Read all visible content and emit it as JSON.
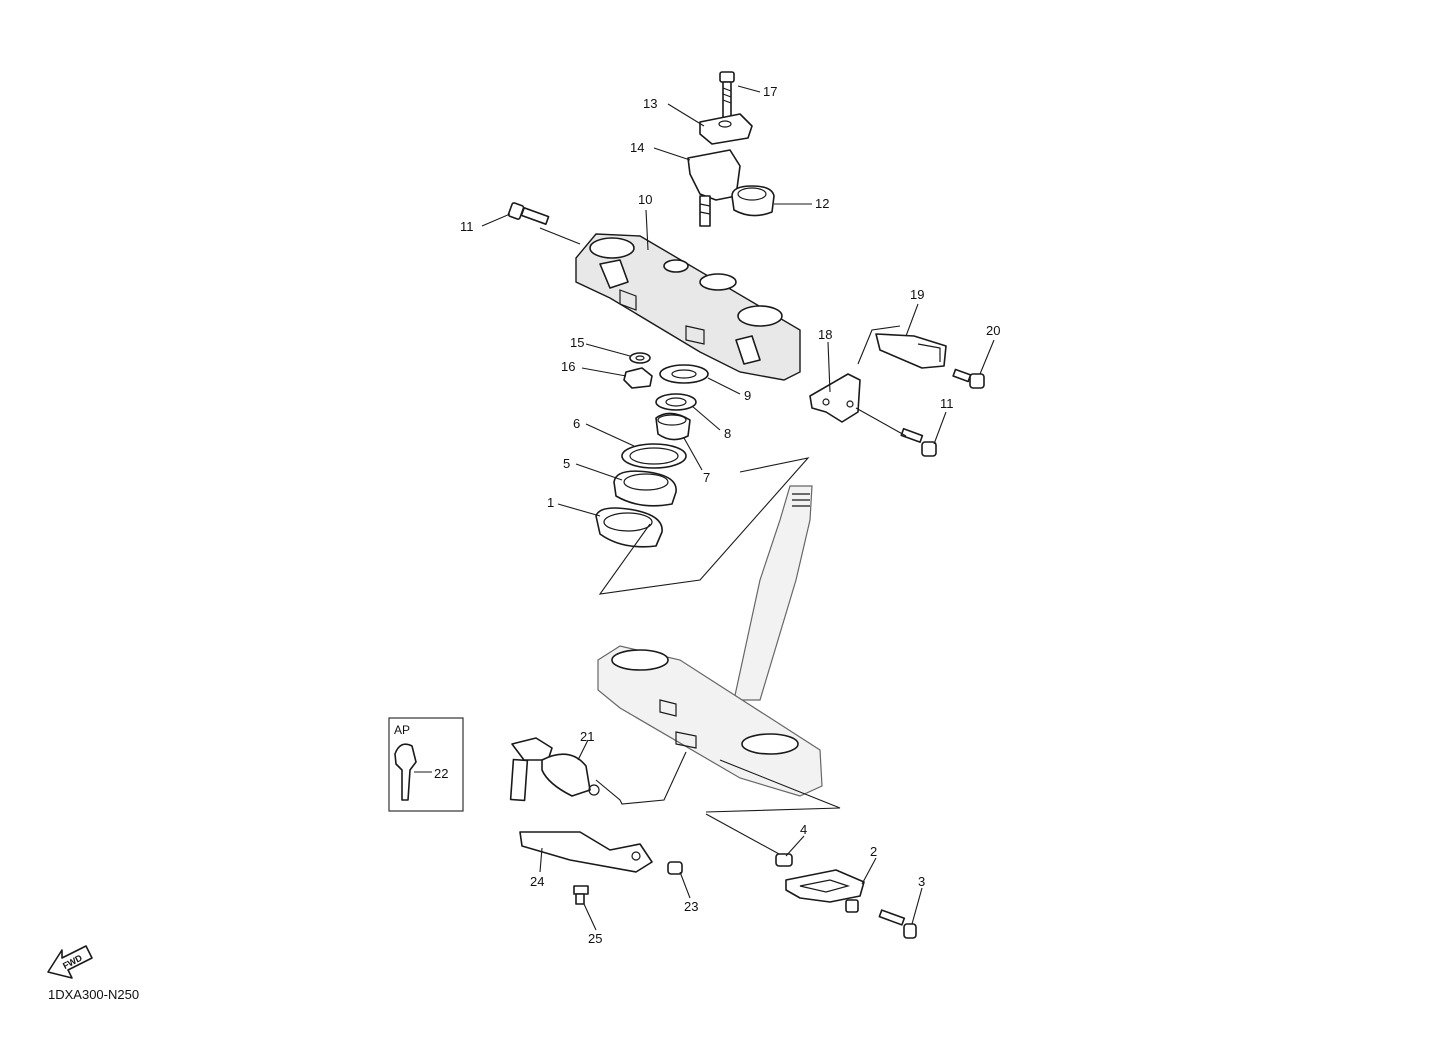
{
  "diagram_code": "1DXA300-N250",
  "fwd_label": "FWD",
  "ap_box_label": "AP",
  "callouts": {
    "c1": "1",
    "c2": "2",
    "c3": "3",
    "c4": "4",
    "c5": "5",
    "c6": "6",
    "c7": "7",
    "c8": "8",
    "c9": "9",
    "c10": "10",
    "c11a": "11",
    "c11b": "11",
    "c12": "12",
    "c13": "13",
    "c14": "14",
    "c15": "15",
    "c16": "16",
    "c17": "17",
    "c18": "18",
    "c19": "19",
    "c20": "20",
    "c21": "21",
    "c22": "22",
    "c23": "23",
    "c24": "24",
    "c25": "25"
  }
}
